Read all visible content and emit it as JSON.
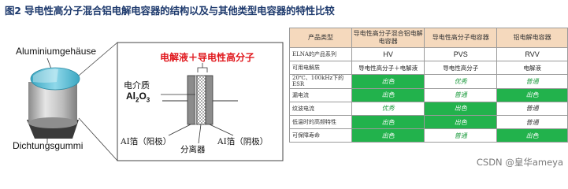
{
  "figure_title": "图2 导电性高分子混合铝电解电容器的结构以及与其他类型电容器的特性比较",
  "capacitor": {
    "label_top": "Aluminiumgehäuse",
    "label_bottom": "Dichtungsgummi",
    "colors": {
      "sleeve": "#5fc0d6",
      "can": "#b8b8b8",
      "base": "#3a3a3a"
    }
  },
  "diagram": {
    "title": "电解液＋导电性高分子",
    "dielectric_label": "电介质",
    "dielectric_formula_main": "Al",
    "dielectric_formula_sub1": "2",
    "dielectric_formula_mid": "O",
    "dielectric_formula_sub2": "3",
    "anode_label": "AI箔（阳极）",
    "separator_label": "分离器",
    "cathode_label": "AI箔（阴极）"
  },
  "table": {
    "headers": [
      "产品类型",
      "导电性高分子混合铝电解电容器",
      "导电性高分子电容器",
      "铝电解电容器"
    ],
    "rows": [
      {
        "label": "ELNA的产品系列",
        "cells": [
          "HV",
          "PVS",
          "RVV"
        ]
      },
      {
        "label": "可用电解质",
        "cells": [
          "导电性高分子＋电解液",
          "导电性高分子",
          "电解液"
        ]
      },
      {
        "label": "20℃、100kHz下的ESR",
        "cells": [
          "出色",
          "优秀",
          "普通"
        ]
      },
      {
        "label": "漏电流",
        "cells": [
          "出色",
          "普通",
          "出色"
        ]
      },
      {
        "label": "纹波电流",
        "cells": [
          "优秀",
          "出色",
          "普通"
        ]
      },
      {
        "label": "低温时的高频特性",
        "cells": [
          "出色",
          "出色",
          "普通"
        ]
      },
      {
        "label": "可保障寿命",
        "cells": [
          "出色",
          "普通",
          "出色"
        ]
      }
    ],
    "colors": {
      "header_bg": "#f5d9bd",
      "highlight": "#22b24c"
    }
  },
  "watermark": "CSDN @皇华ameya"
}
